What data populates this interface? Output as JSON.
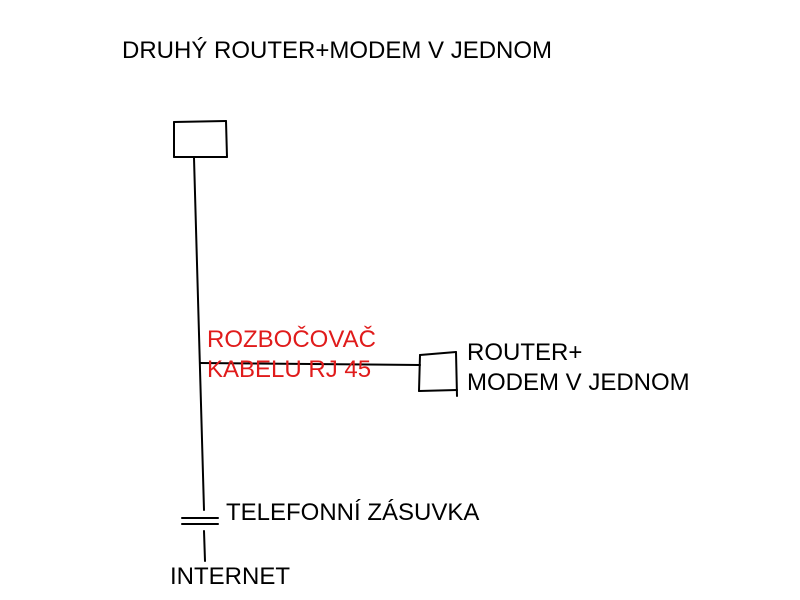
{
  "labels": {
    "second_router": "DRUHÝ ROUTER+MODEM V JEDNOM",
    "splitter_line1": "ROZBOČOVAČ",
    "splitter_line2": "KABELU RJ 45",
    "router_line1": "ROUTER+",
    "router_line2": "MODEM V JEDNOM",
    "phone_socket": "TELEFONNÍ ZÁSUVKA",
    "internet": "INTERNET"
  },
  "colors": {
    "ink": "#000000",
    "highlight": "#e01b1b",
    "background": "#ffffff"
  }
}
